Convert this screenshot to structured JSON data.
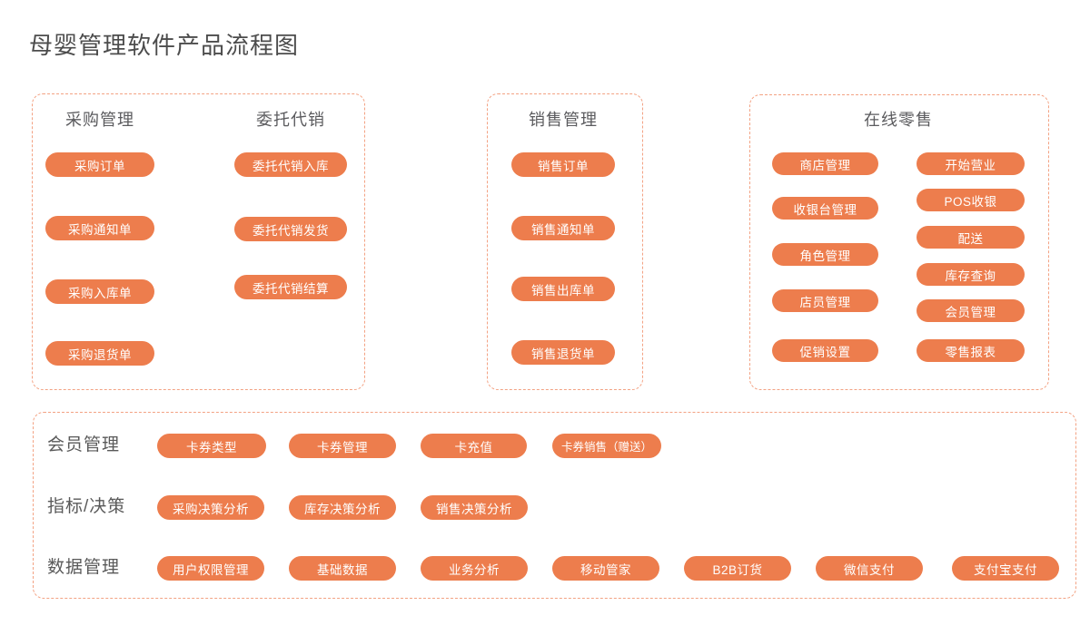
{
  "title": "母婴管理软件产品流程图",
  "colors": {
    "button": "#ED7D4D",
    "button_text": "#FFFFFF",
    "panel_border": "#F3A283",
    "title_text": "#4C4C4C",
    "label_text": "#595959"
  },
  "panels": [
    {
      "columns": [
        {
          "header": "采购管理",
          "buttons": [
            "采购订单",
            "采购通知单",
            "采购入库单",
            "采购退货单"
          ]
        },
        {
          "header": "委托代销",
          "buttons": [
            "委托代销入库",
            "委托代销发货",
            "委托代销结算"
          ]
        }
      ]
    },
    {
      "header": "销售管理",
      "buttons": [
        "销售订单",
        "销售通知单",
        "销售出库单",
        "销售退货单"
      ]
    },
    {
      "header": "在线零售",
      "columns": [
        {
          "buttons": [
            "商店管理",
            "收银台管理",
            "角色管理",
            "店员管理",
            "促销设置"
          ]
        },
        {
          "buttons": [
            "开始营业",
            "POS收银",
            "配送",
            "库存查询",
            "会员管理",
            "零售报表"
          ]
        }
      ]
    }
  ],
  "bottom_rows": [
    {
      "label": "会员管理",
      "buttons": [
        "卡券类型",
        "卡券管理",
        "卡充值",
        "卡券销售（赠送）"
      ]
    },
    {
      "label": "指标/决策",
      "buttons": [
        "采购决策分析",
        "库存决策分析",
        "销售决策分析"
      ]
    },
    {
      "label": "数据管理",
      "buttons": [
        "用户权限管理",
        "基础数据",
        "业务分析",
        "移动管家",
        "B2B订货",
        "微信支付",
        "支付宝支付"
      ]
    }
  ]
}
